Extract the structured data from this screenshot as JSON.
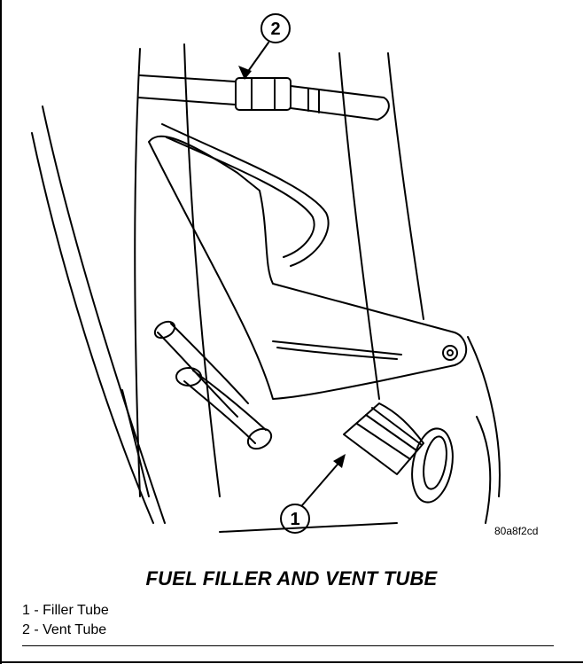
{
  "figure": {
    "code": "80a8f2cd",
    "callouts": [
      {
        "number": "1",
        "target": "filler-tube"
      },
      {
        "number": "2",
        "target": "vent-tube"
      }
    ]
  },
  "caption": "FUEL FILLER AND VENT TUBE",
  "legend": [
    {
      "text": "1 - Filler Tube"
    },
    {
      "text": "2 - Vent Tube"
    }
  ]
}
